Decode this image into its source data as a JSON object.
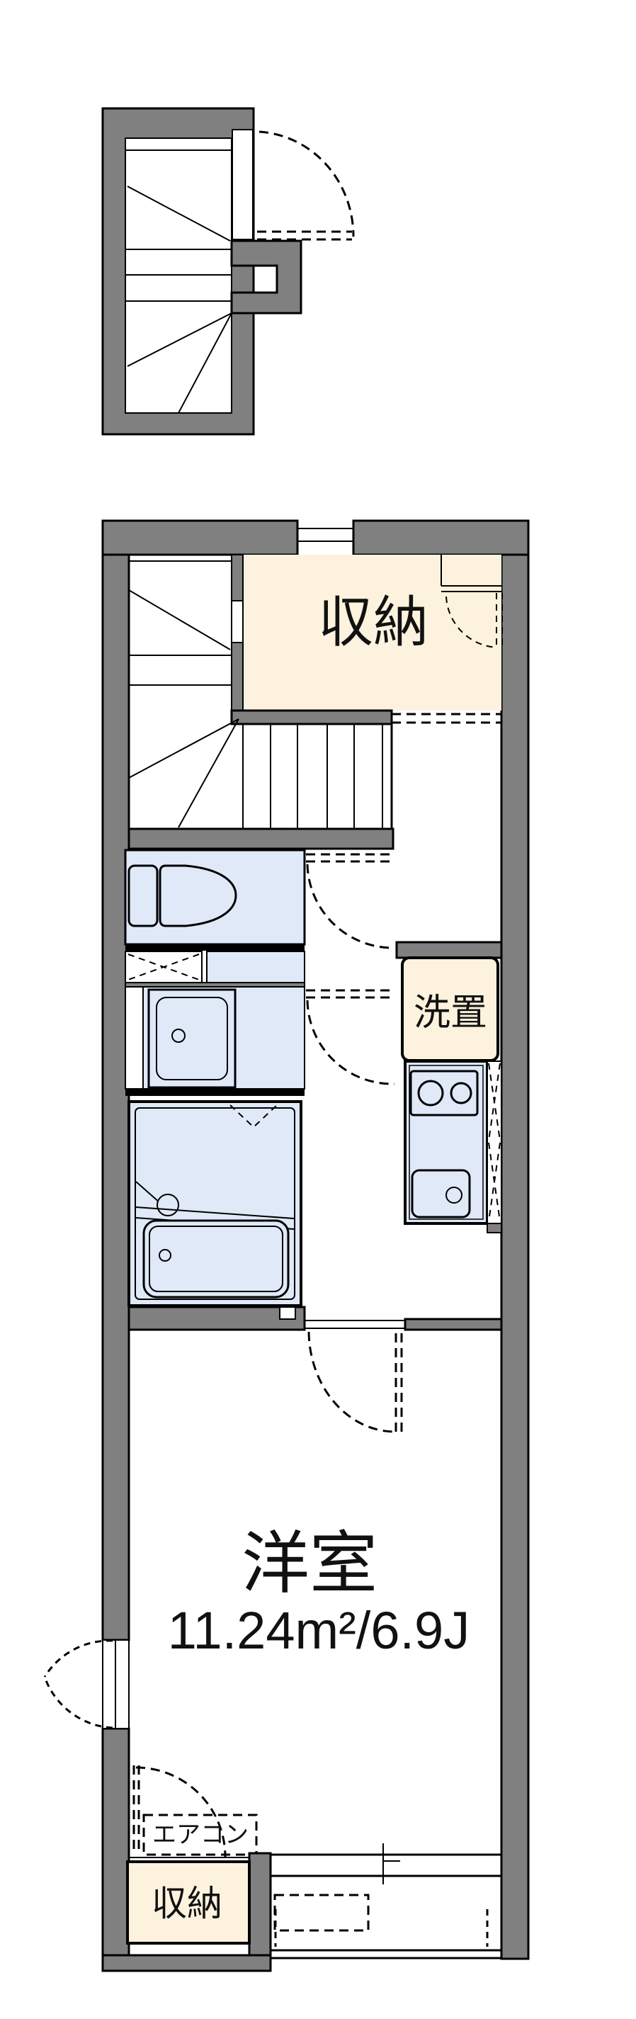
{
  "colors": {
    "wall": "#808080",
    "line": "#000000",
    "closet": "#fcf2dd",
    "fixture": "#dfe9f7",
    "bg": "#ffffff"
  },
  "rooms": {
    "closet_upper": {
      "label": "収納"
    },
    "laundry": {
      "label": "洗置"
    },
    "western_room": {
      "label": "洋室",
      "size": "11.24m²/6.9J"
    },
    "aircon": {
      "label": "エアコン"
    },
    "closet_lower": {
      "label": "収納"
    }
  }
}
